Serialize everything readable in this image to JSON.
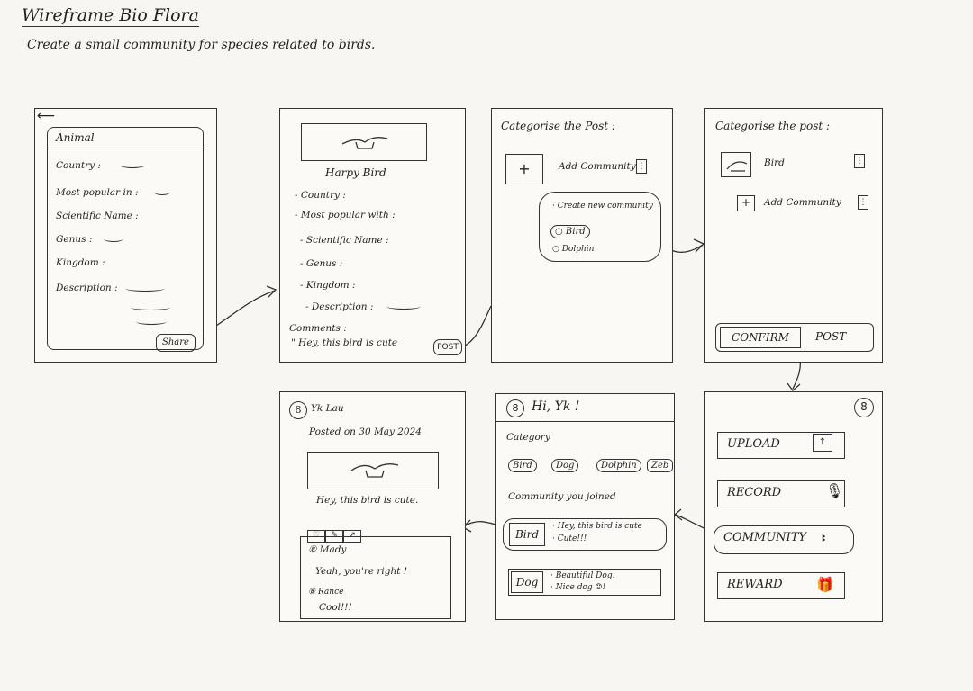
{
  "header": {
    "title": "Wireframe Bio Flora",
    "subtitle": "Create a small community for species related to birds."
  },
  "screen1": {
    "back_icon": "arrow-left-icon",
    "field_animal": "Animal",
    "fields": [
      "Country :",
      "Most popular in :",
      "Scientific Name :",
      "Genus :",
      "Kingdom :",
      "Description :"
    ],
    "share_label": "Share"
  },
  "screen2": {
    "image_icon": "bird-image",
    "bird_name": "Harpy Bird",
    "fields": [
      "- Country :",
      "- Most popular with :",
      "- Scientific Name :",
      "- Genus :",
      "- Kingdom :",
      "- Description :"
    ],
    "comments_label": "Comments :",
    "comment_text": "\" Hey, this bird is cute",
    "post_label": "POST"
  },
  "screen3": {
    "heading": "Categorise the Post :",
    "add_button": "+",
    "add_community": "Add Community",
    "popup": {
      "create_new": "· Create new community",
      "option1": "Bird",
      "option2": "Dolphin"
    }
  },
  "screen4": {
    "heading": "Categorise the post :",
    "item_bird": "Bird",
    "add_button": "+",
    "add_community": "Add Community",
    "confirm_label": "CONFIRM",
    "post_label": "POST"
  },
  "screen5": {
    "user_name": "Yk Lau",
    "posted_on": "Posted on 30 May 2024",
    "post_text": "Hey, this bird is cute.",
    "comments": [
      {
        "user": "Mady",
        "text": "Yeah, you're right !"
      },
      {
        "user": "Rance",
        "text": "Cool!!!"
      }
    ]
  },
  "screen6": {
    "greeting": "Hi, Yk !",
    "category_label": "Category",
    "categories": [
      "Bird",
      "Dog",
      "Dolphin",
      "Zeb"
    ],
    "community_label": "Community you joined",
    "communities": [
      {
        "name": "Bird",
        "line1": "· Hey, this bird is cute",
        "line2": "· Cute!!!"
      },
      {
        "name": "Dog",
        "line1": "· Beautiful Dog.",
        "line2": "· Nice dog ☺!"
      }
    ]
  },
  "screen7": {
    "upload_label": "UPLOAD",
    "record_label": "RECORD",
    "community_label": "COMMUNITY",
    "reward_label": "REWARD"
  }
}
